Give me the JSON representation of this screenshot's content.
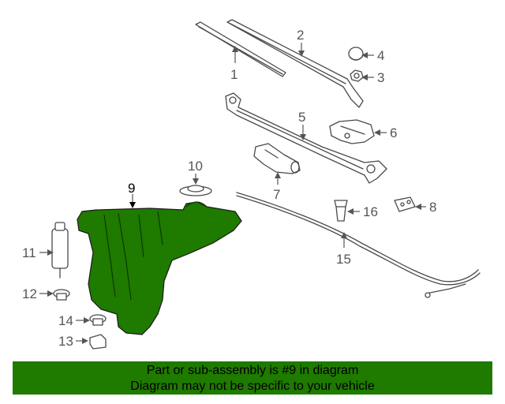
{
  "diagram": {
    "callouts": [
      {
        "id": "1",
        "label": "1"
      },
      {
        "id": "2",
        "label": "2"
      },
      {
        "id": "3",
        "label": "3"
      },
      {
        "id": "4",
        "label": "4"
      },
      {
        "id": "5",
        "label": "5"
      },
      {
        "id": "6",
        "label": "6"
      },
      {
        "id": "7",
        "label": "7"
      },
      {
        "id": "8",
        "label": "8"
      },
      {
        "id": "9",
        "label": "9"
      },
      {
        "id": "10",
        "label": "10"
      },
      {
        "id": "11",
        "label": "11"
      },
      {
        "id": "12",
        "label": "12"
      },
      {
        "id": "13",
        "label": "13"
      },
      {
        "id": "14",
        "label": "14"
      },
      {
        "id": "15",
        "label": "15"
      },
      {
        "id": "16",
        "label": "16"
      }
    ],
    "highlighted_part": "9"
  },
  "banner": {
    "line1": "Part or sub-assembly is #9 in diagram",
    "line2": "Diagram may not be specific to your vehicle"
  },
  "colors": {
    "accent": "#1f7a00",
    "highlight_part": "#1f7a00",
    "line": "#4a4a4a",
    "label": "#555555"
  }
}
